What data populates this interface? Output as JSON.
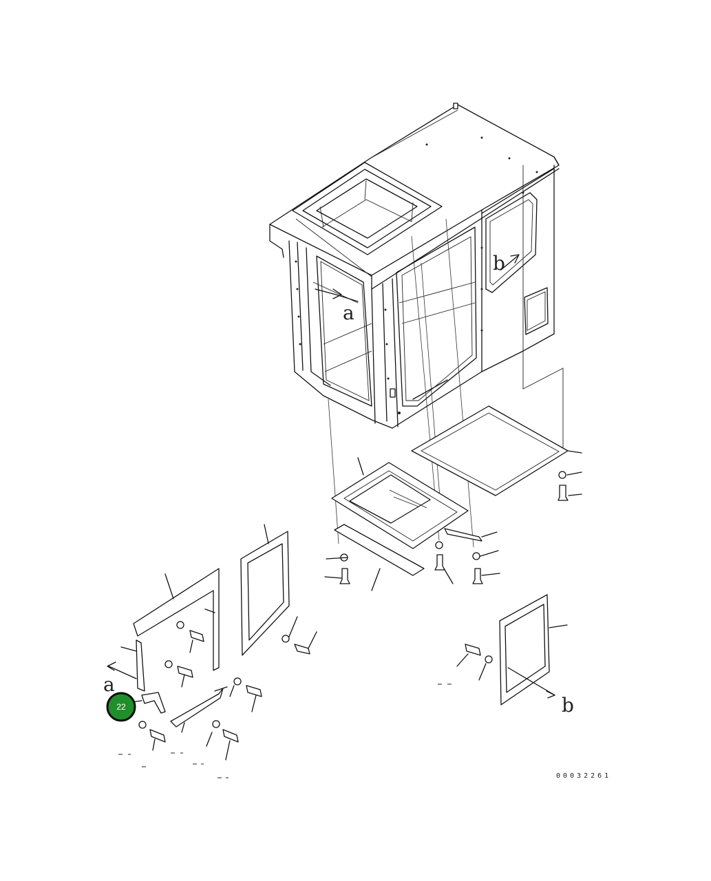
{
  "diagram": {
    "view_letters": {
      "a_upper": "a",
      "b_upper": "b",
      "a_lower": "a",
      "b_lower": "b"
    },
    "callout": {
      "number": "22",
      "color": "#1f8f2a"
    },
    "drawing_code": "00032261"
  }
}
